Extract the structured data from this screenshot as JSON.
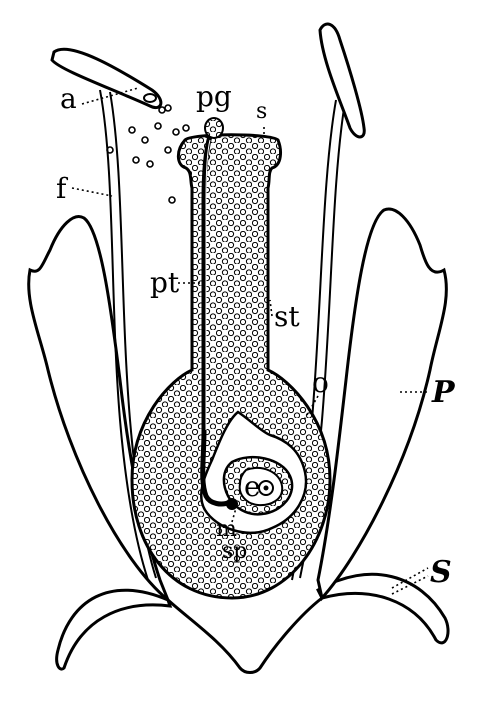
{
  "labels": {
    "a": "a",
    "pg": "pg",
    "s_top": "s",
    "f": "f",
    "pt": "pt",
    "st": "st",
    "o": "o",
    "P": "P",
    "e": "e",
    "m": "m",
    "sp": "sp",
    "S": "S"
  },
  "colors": {
    "ink": "#000000",
    "paper": "#ffffff"
  }
}
